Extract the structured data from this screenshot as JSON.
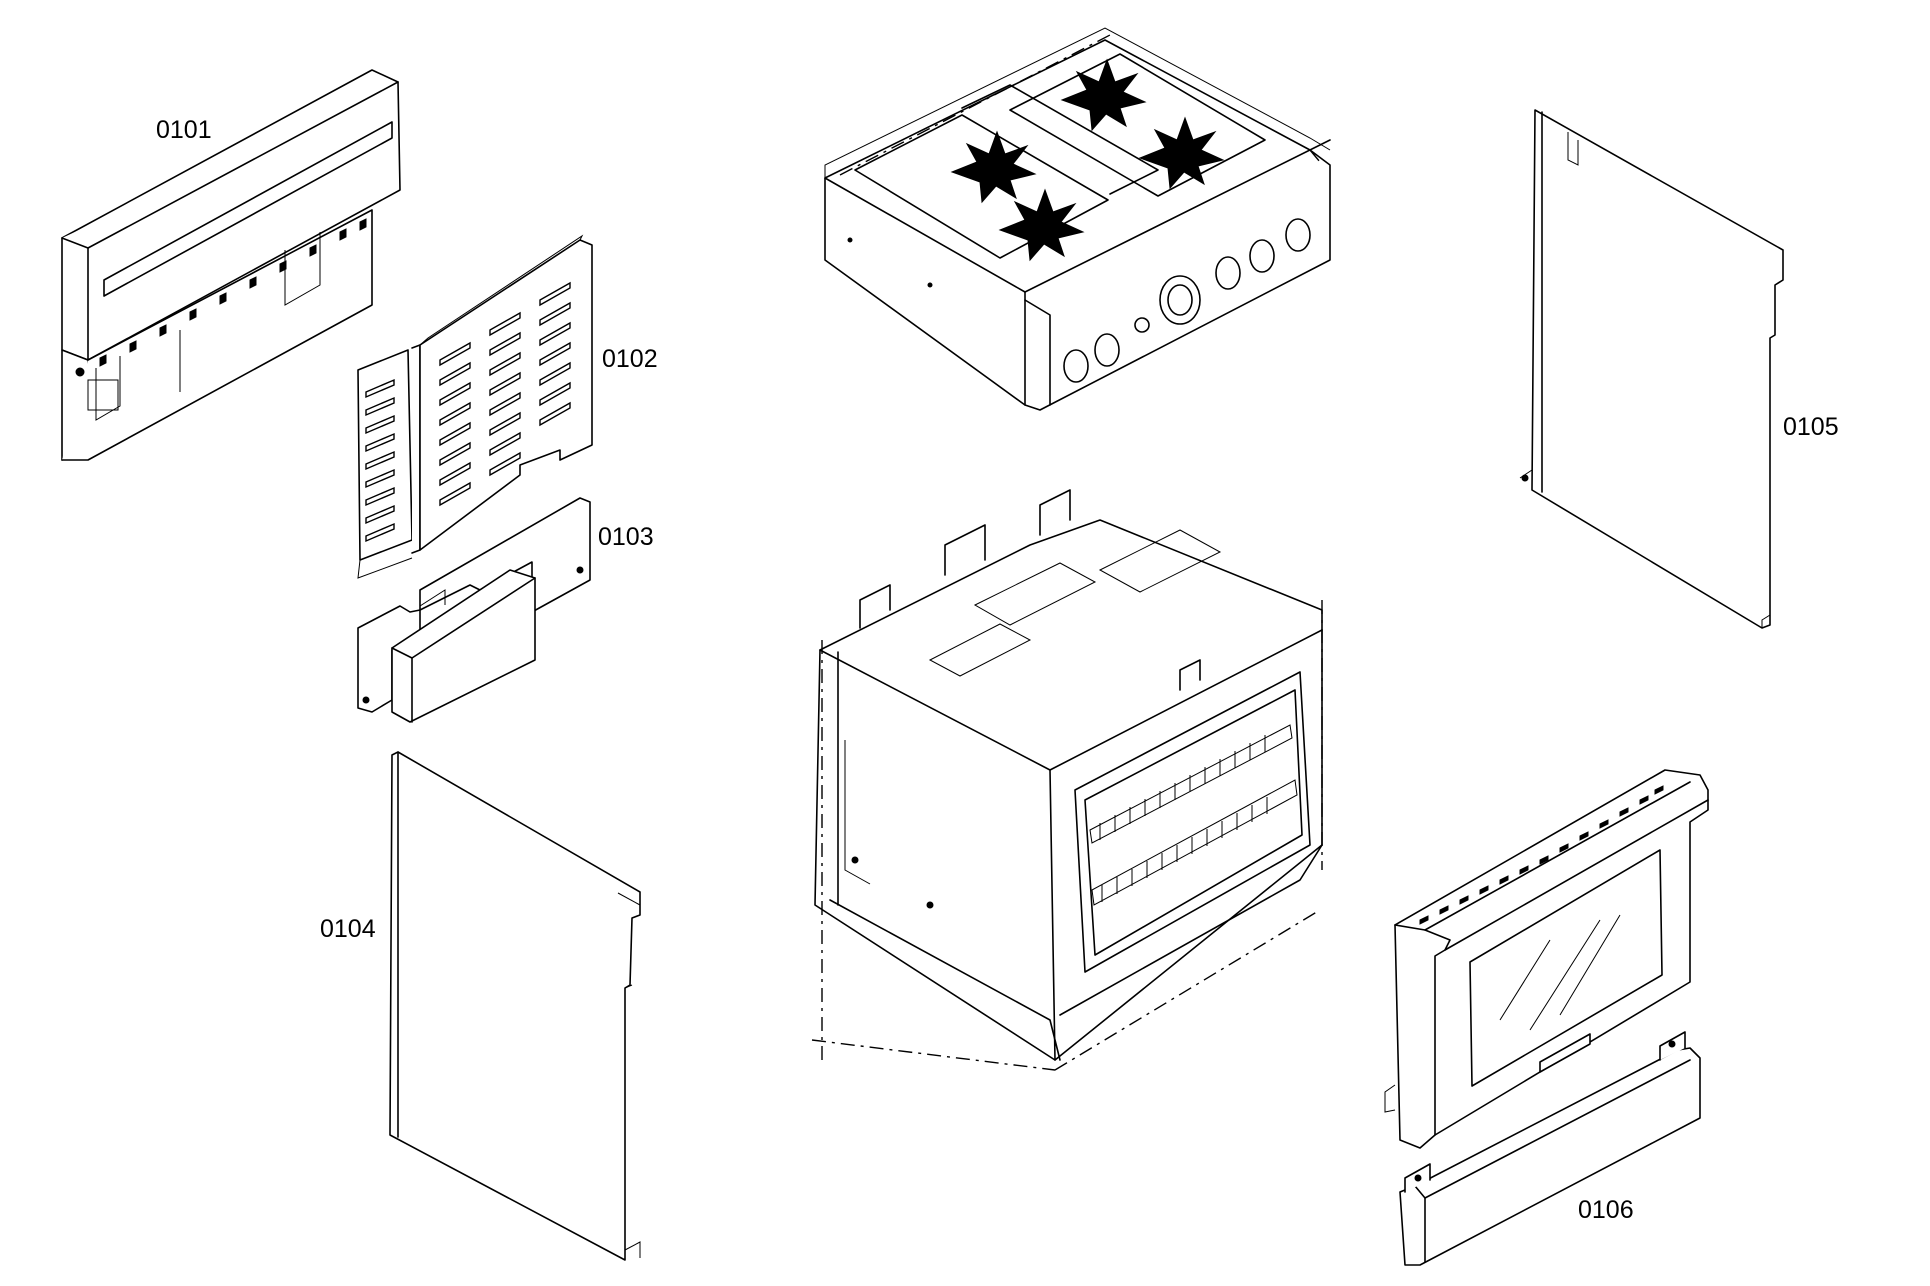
{
  "callouts": {
    "part_0101": "0101",
    "part_0102": "0102",
    "part_0103": "0103",
    "part_0104": "0104",
    "part_0105": "0105",
    "part_0106": "0106"
  },
  "colors": {
    "line": "#000000",
    "background": "#ffffff"
  }
}
